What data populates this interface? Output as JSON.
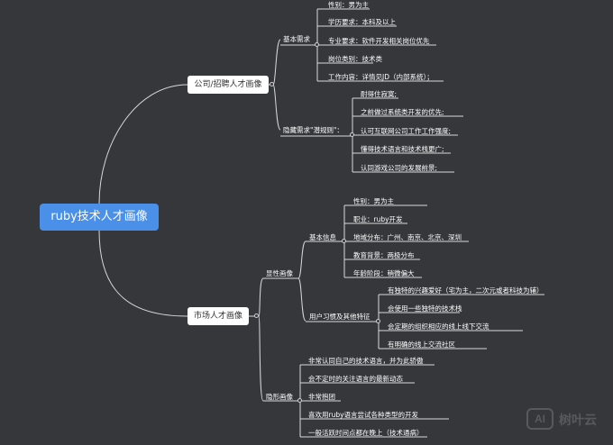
{
  "root": "ruby技术人才画像",
  "company": {
    "label": "公司/招聘人才画像",
    "basic": {
      "label": "基本需求",
      "items": [
        "性别：男为主",
        "学历要求：本科及以上",
        "专业要求：软件开发相关岗位优先",
        "岗位类别：技术类",
        "工作内容：详情见JD（内部系统）；"
      ]
    },
    "hidden": {
      "label": "隐藏需求\"潜规则\"：",
      "items": [
        "耐得住寂寞;",
        "之前做过系统类开发的优先;",
        "认可互联网公司工作工作强度;",
        "懂得技术语言和技术栈更广;",
        "认同游戏公司的发展前景;"
      ]
    }
  },
  "market": {
    "label": "市场人才画像",
    "explicit": {
      "label": "显性画像",
      "basic": {
        "label": "基本信息",
        "items": [
          "性别：男为主",
          "职业：ruby开发",
          "地域分布：广州、南京、北京、深圳",
          "教育背景：两极分布",
          "年龄阶段：稍微偏大"
        ]
      },
      "habits": {
        "label": "用户习惯及其他特征",
        "items": [
          "有独特的兴趣爱好（宅为主，二次元或者科技为辅）",
          "会使用一些独特的技术栈",
          "会定期的组织相应的线上线下交流",
          "有明确的线上交流社区"
        ]
      }
    },
    "implicit": {
      "label": "隐形画像",
      "items": [
        "非常认同自己的技术语言，并为此骄傲",
        "会不定时的关注语言的最新动态",
        "非常抱团",
        "喜欢用ruby语言尝试各种类型的开发",
        "一般活跃时间点都在晚上（技术通病）"
      ]
    }
  },
  "watermark": {
    "badge": "AI",
    "name": "树叶云"
  },
  "colors": {
    "background": "#36373b",
    "root": "#4a8fe8",
    "line": "#d8d8d8"
  }
}
